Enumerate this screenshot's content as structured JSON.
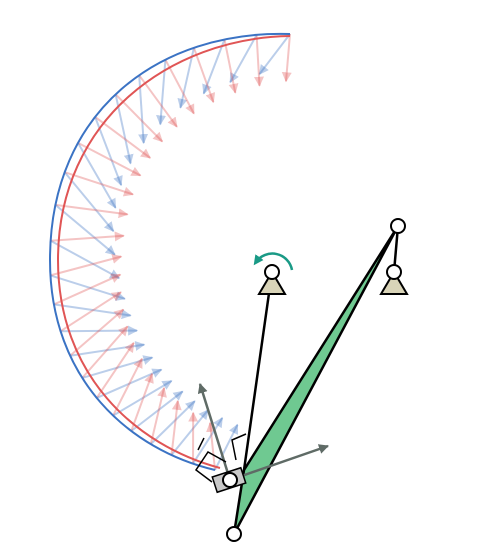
{
  "diagram": {
    "type": "four-bar-linkage-acceleration-field",
    "colors": {
      "background": "#ffffff",
      "series_blue": "#3b73c4",
      "series_red": "#e05555",
      "coupler_fill": "#6fc991",
      "link_stroke": "#000000",
      "ground_fill": "#d9d4b8",
      "rotation_arrow": "#1a9a86",
      "vector_arrow": "#5f6b66",
      "gripper_fill": "#c8c8c8"
    },
    "icons": {
      "rotation": "counterclockwise-arrow-icon",
      "ground": "ground-pivot-icon",
      "joint": "revolute-joint-icon",
      "gripper": "gripper-icon"
    },
    "series": [
      {
        "color": "blue"
      },
      {
        "color": "red"
      }
    ]
  }
}
